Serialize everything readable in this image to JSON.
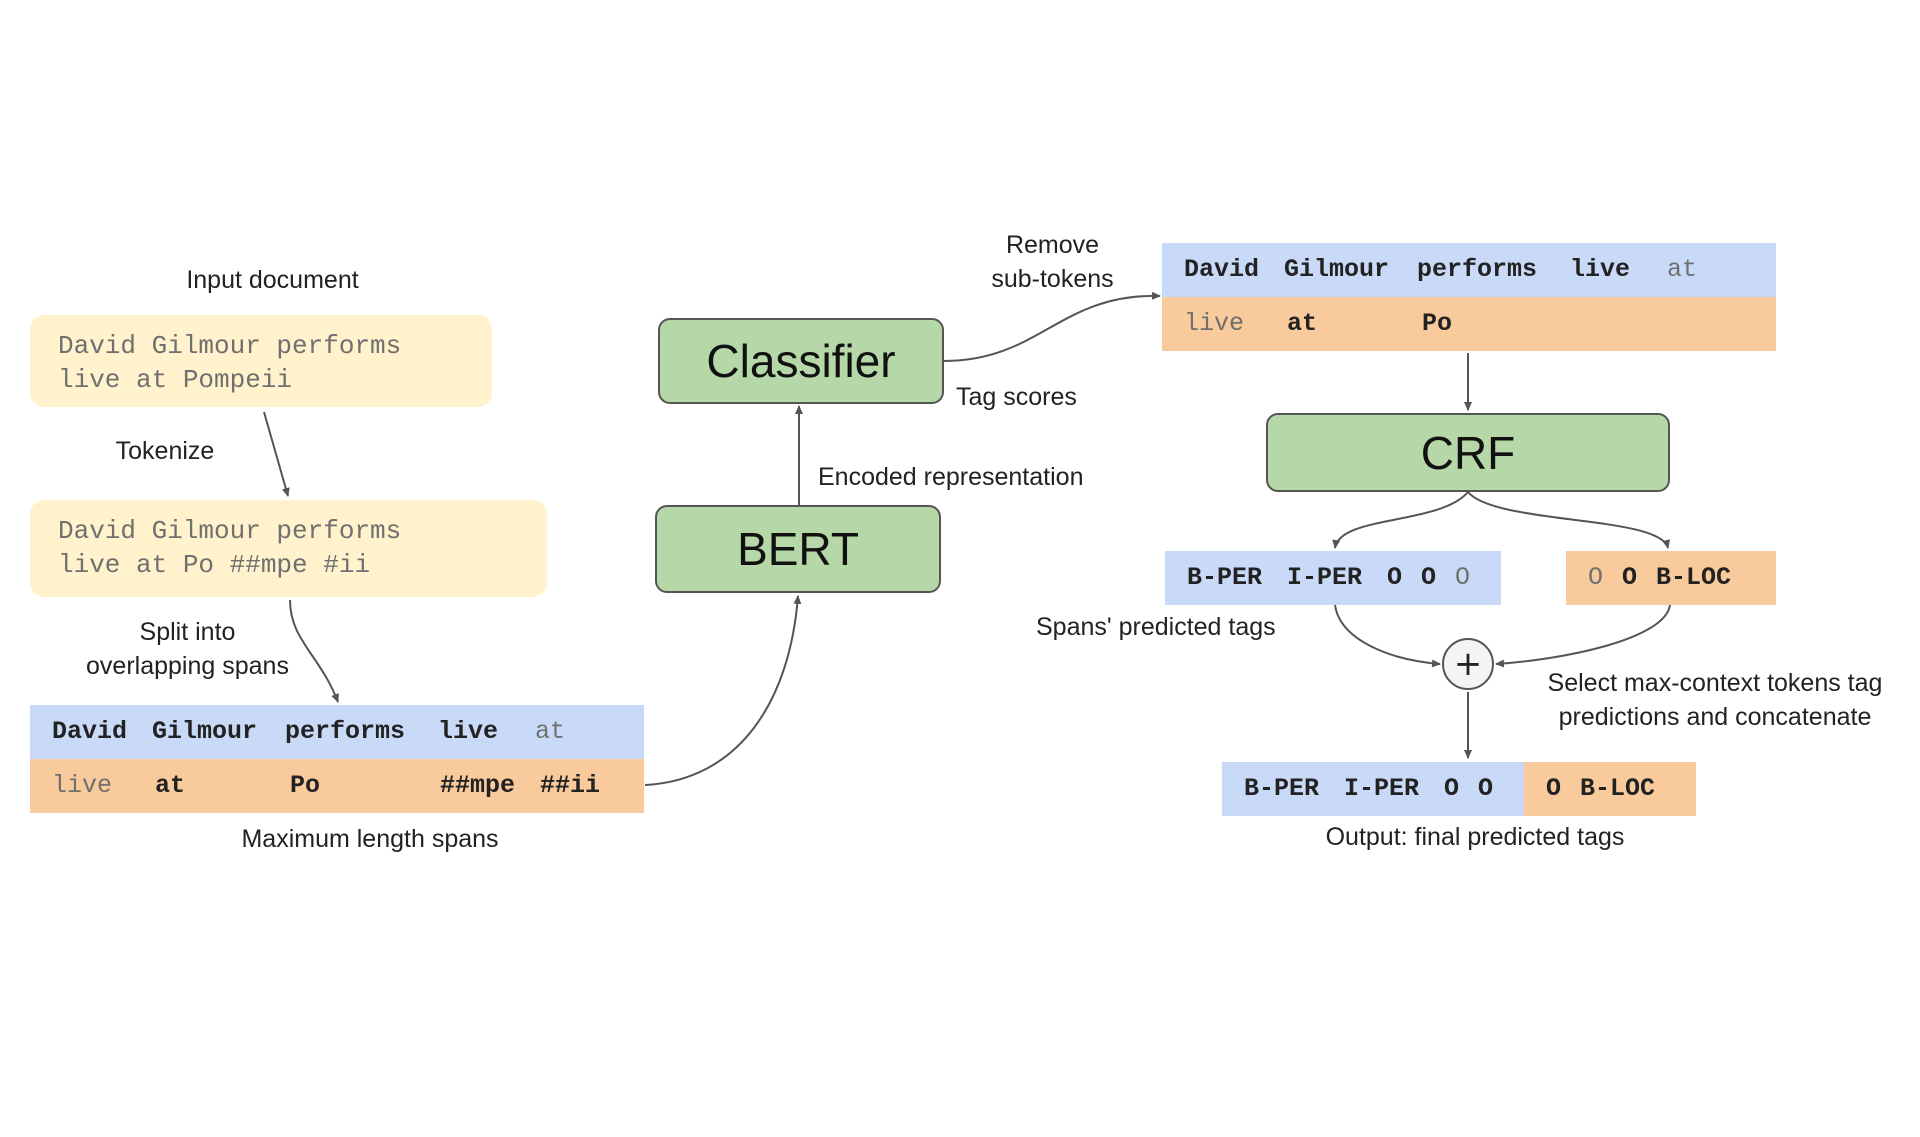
{
  "left": {
    "input_label": "Input document",
    "input_line1": "David Gilmour performs",
    "input_line2": "live at Pompeii",
    "tokenize_label": "Tokenize",
    "tokenized_line1": "David Gilmour performs",
    "tokenized_line2": "live at Po ##mpe #ii",
    "split_label_line1": "Split into",
    "split_label_line2": "overlapping spans",
    "span1_tokens": [
      "David",
      "Gilmour",
      "performs",
      "live",
      "at"
    ],
    "span2_tokens": [
      "live",
      "at",
      "Po",
      "##mpe",
      "##ii"
    ],
    "spans_caption": "Maximum length spans"
  },
  "middle": {
    "bert_label": "BERT",
    "encoded_label": "Encoded representation",
    "classifier_label": "Classifier",
    "tag_scores_label": "Tag scores"
  },
  "right": {
    "remove_label_line1": "Remove",
    "remove_label_line2": "sub-tokens",
    "span1_tokens": [
      "David",
      "Gilmour",
      "performs",
      "live",
      "at"
    ],
    "span2_tokens": [
      "live",
      "at",
      "Po"
    ],
    "crf_label": "CRF",
    "pred1_tags": [
      "B-PER",
      "I-PER",
      "O",
      "O",
      "O"
    ],
    "pred2_tags": [
      "O",
      "O",
      "B-LOC"
    ],
    "spans_pred_label": "Spans' predicted tags",
    "plus_symbol": "+",
    "select_label_line1": "Select max-context tokens tag",
    "select_label_line2": "predictions and concatenate",
    "out1_tags": [
      "B-PER",
      "I-PER",
      "O",
      "O"
    ],
    "out2_tags": [
      "O",
      "B-LOC"
    ],
    "output_label": "Output: final predicted tags"
  },
  "colors": {
    "doc_bg": "#fff2cc",
    "box_green": "#b6d7a8",
    "row_blue": "#c9daf8",
    "row_orange": "#f9cb9c"
  }
}
